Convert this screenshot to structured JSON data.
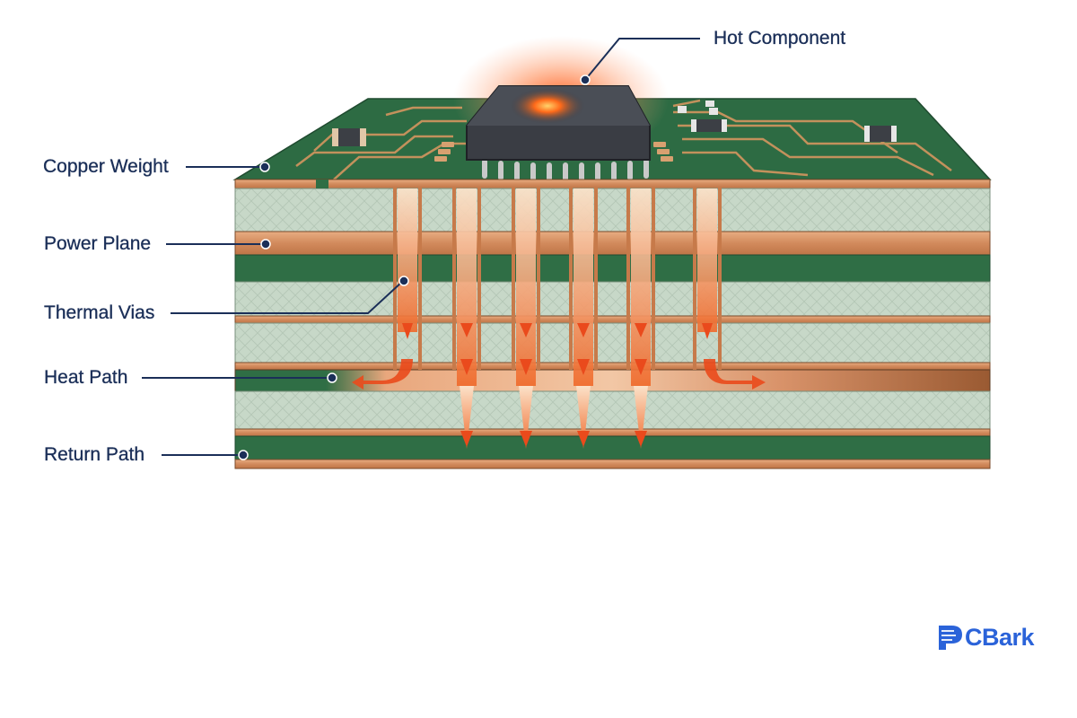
{
  "labels": {
    "hot_component": "Hot Component",
    "copper_weight": "Copper Weight",
    "power_plane": "Power Plane",
    "thermal_vias": "Thermal Vias",
    "heat_path": "Heat Path",
    "return_path": "Return Path"
  },
  "logo": {
    "text": "CBark",
    "color": "#2b63d9"
  },
  "colors": {
    "solder_mask": "#2f6e45",
    "copper": "#d8966a",
    "dielectric": "#c7d8c8",
    "heat": "#f2642a",
    "chip_body": "#3a3d44",
    "label": "#1b2f58"
  },
  "icons": [
    "pcbark-logo-icon"
  ]
}
